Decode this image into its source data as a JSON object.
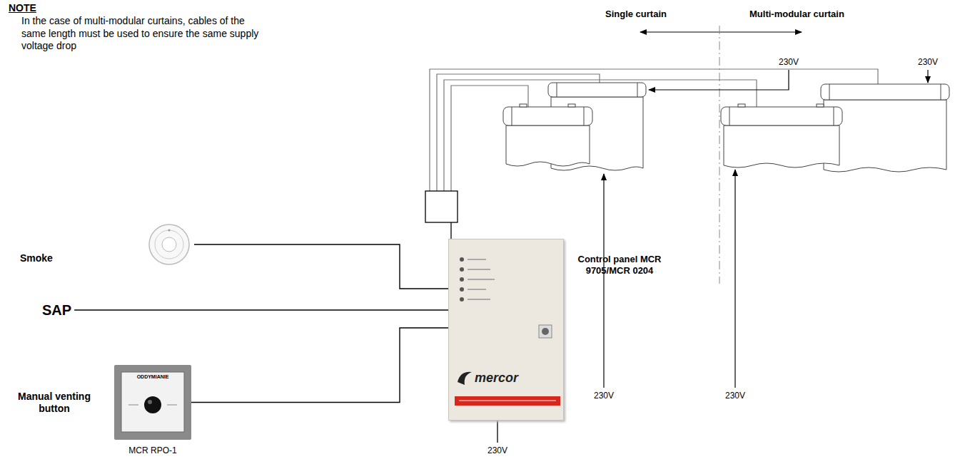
{
  "diagram": {
    "nodes": [
      {
        "text": [
          "Smoke"
        ]
      },
      {
        "text": [
          "SAP"
        ]
      },
      {
        "text": [
          "Manual venting button",
          "MCR RPO-1",
          "ODDYMIANIE"
        ]
      },
      {
        "text": [
          "Control panel MCR 9705/MCR 0204",
          "mercor"
        ]
      }
    ],
    "edges": [
      {
        "from": 0,
        "to": 3,
        "arrow": "none"
      },
      {
        "from": 1,
        "to": 3,
        "arrow": "none"
      },
      {
        "from": 2,
        "to": 3,
        "arrow": "none"
      }
    ],
    "labels": [
      "NOTE",
      "In the case of multi-modular curtains, cables of the same length must be used to ensure the same supply voltage drop",
      "Single curtain",
      "Multi-modular curtain",
      "230V",
      "230V",
      "230V",
      "230V",
      "230V"
    ]
  }
}
